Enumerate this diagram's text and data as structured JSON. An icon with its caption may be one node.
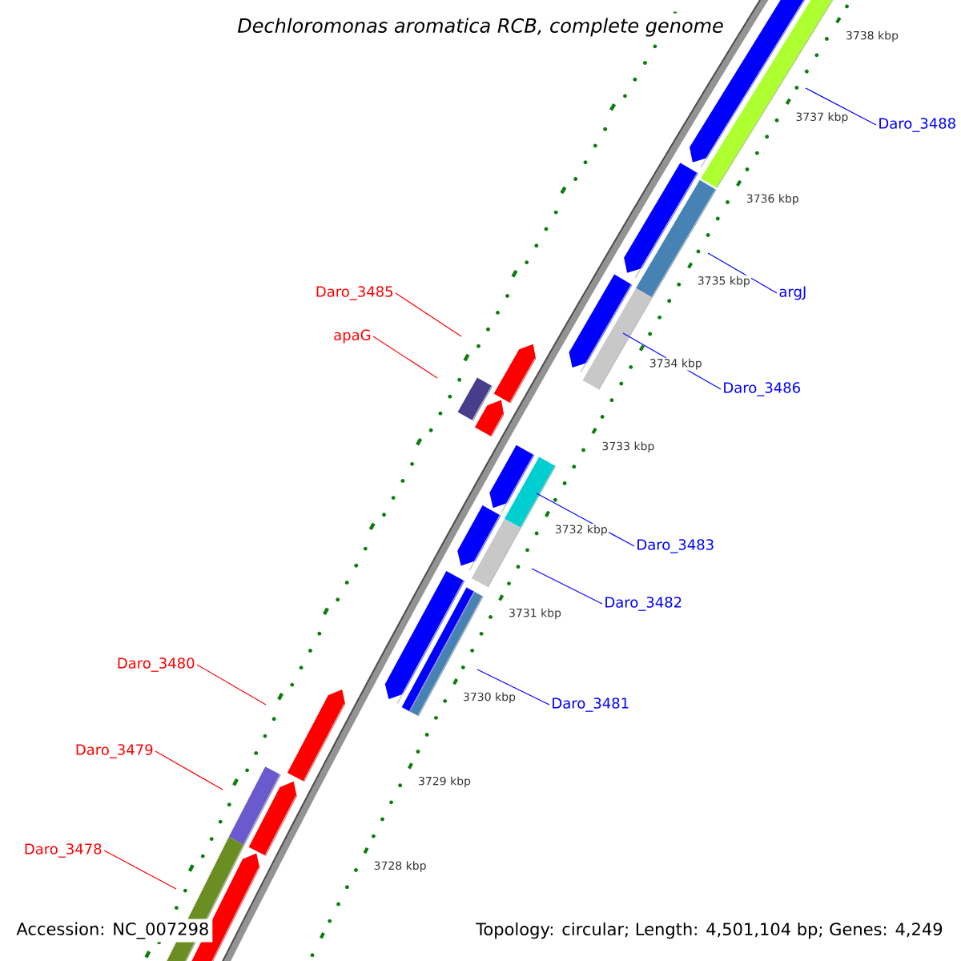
{
  "diagram": {
    "title": "Dechloromonas aromatica RCB, complete genome",
    "nodes": [
      {
        "text": [
          "Daro_3488"
        ]
      },
      {
        "text": [
          "argJ"
        ]
      },
      {
        "text": [
          "Daro_3485"
        ]
      },
      {
        "text": [
          "apaG"
        ]
      },
      {
        "text": [
          "Daro_3486"
        ]
      },
      {
        "text": [
          "Daro_3483"
        ]
      },
      {
        "text": [
          "Daro_3482"
        ]
      },
      {
        "text": [
          "Daro_3480"
        ]
      },
      {
        "text": [
          "Daro_3481"
        ]
      },
      {
        "text": [
          "Daro_3479"
        ]
      },
      {
        "text": [
          "Daro_3478"
        ]
      }
    ],
    "edges": [
      {
        "from": 0,
        "to": null,
        "arrow": "none"
      },
      {
        "from": 1,
        "to": null,
        "arrow": "none"
      },
      {
        "from": 2,
        "to": null,
        "arrow": "none",
        "color": "#ff0000"
      },
      {
        "from": 3,
        "to": null,
        "arrow": "none",
        "color": "#ff0000"
      },
      {
        "from": 4,
        "to": null,
        "arrow": "none"
      },
      {
        "from": 5,
        "to": null,
        "arrow": "none"
      },
      {
        "from": 6,
        "to": null,
        "arrow": "none"
      },
      {
        "from": 7,
        "to": null,
        "arrow": "none",
        "color": "#ff0000"
      },
      {
        "from": 8,
        "to": null,
        "arrow": "none"
      },
      {
        "from": 9,
        "to": null,
        "arrow": "none",
        "color": "#ff0000"
      },
      {
        "from": 10,
        "to": null,
        "arrow": "none",
        "color": "#ff0000"
      }
    ],
    "labels": [
      "3738 kbp",
      "3737 kbp",
      "3736 kbp",
      "3735 kbp",
      "3734 kbp",
      "3733 kbp",
      "3732 kbp",
      "3731 kbp",
      "3730 kbp",
      "3729 kbp",
      "3728 kbp",
      "Accession: NC_007298",
      "Topology: circular; Length: 4,501,104 bp; Genes: 4,249"
    ]
  }
}
